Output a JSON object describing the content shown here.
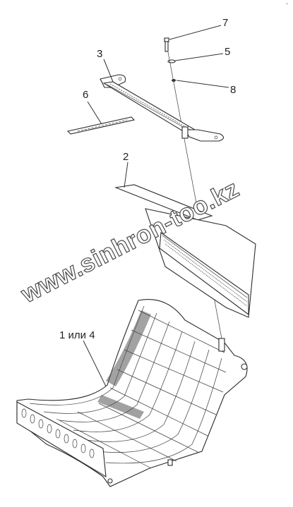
{
  "edge_mark": "-",
  "callouts": [
    {
      "id": "label-7",
      "text": "7"
    },
    {
      "id": "label-5",
      "text": "5"
    },
    {
      "id": "label-8",
      "text": "8"
    },
    {
      "id": "label-3",
      "text": "3"
    },
    {
      "id": "label-6",
      "text": "6"
    },
    {
      "id": "label-2",
      "text": "2"
    },
    {
      "id": "label-1-or-4",
      "text": "1 или 4"
    }
  ],
  "watermark": "www.sinhron-too.kz"
}
